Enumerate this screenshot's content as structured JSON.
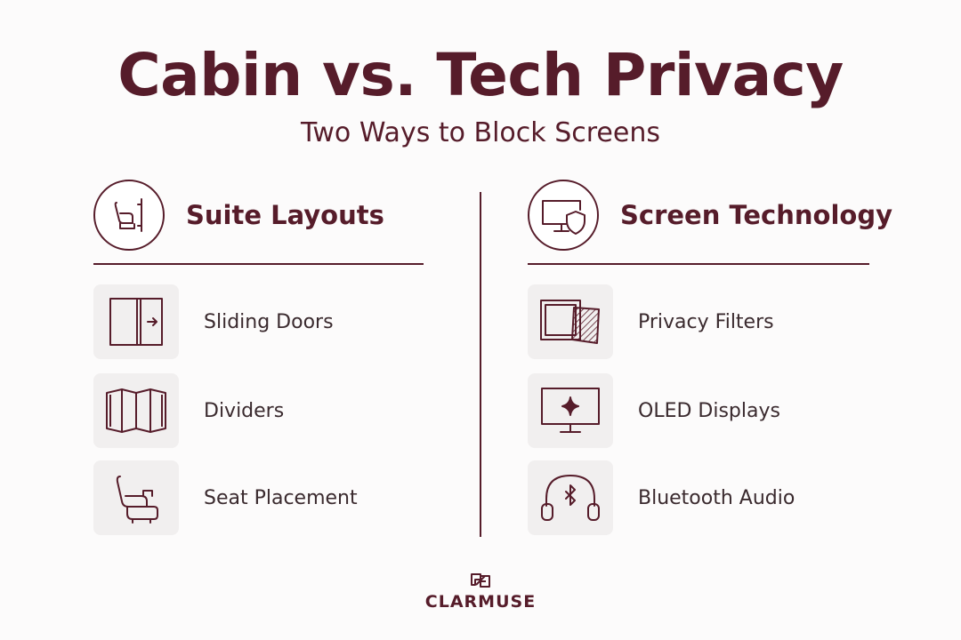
{
  "title": "Cabin vs. Tech Privacy",
  "subtitle": "Two Ways to Block Screens",
  "colors": {
    "accent": "#561c2a",
    "tile": "#f1efef",
    "text": "#3a2a2e"
  },
  "left": {
    "heading": "Suite Layouts",
    "icon": "seat-wall-icon",
    "items": [
      {
        "label": "Sliding Doors",
        "icon": "sliding-door-icon"
      },
      {
        "label": "Dividers",
        "icon": "folding-divider-icon"
      },
      {
        "label": "Seat Placement",
        "icon": "seat-icon"
      }
    ]
  },
  "right": {
    "heading": "Screen Technology",
    "icon": "monitor-shield-icon",
    "items": [
      {
        "label": "Privacy Filters",
        "icon": "privacy-filter-icon"
      },
      {
        "label": "OLED Displays",
        "icon": "oled-display-icon"
      },
      {
        "label": "Bluetooth Audio",
        "icon": "bluetooth-headphones-icon"
      }
    ]
  },
  "brand": {
    "name": "CLARMUSE",
    "icon": "clarmuse-logo-icon"
  }
}
